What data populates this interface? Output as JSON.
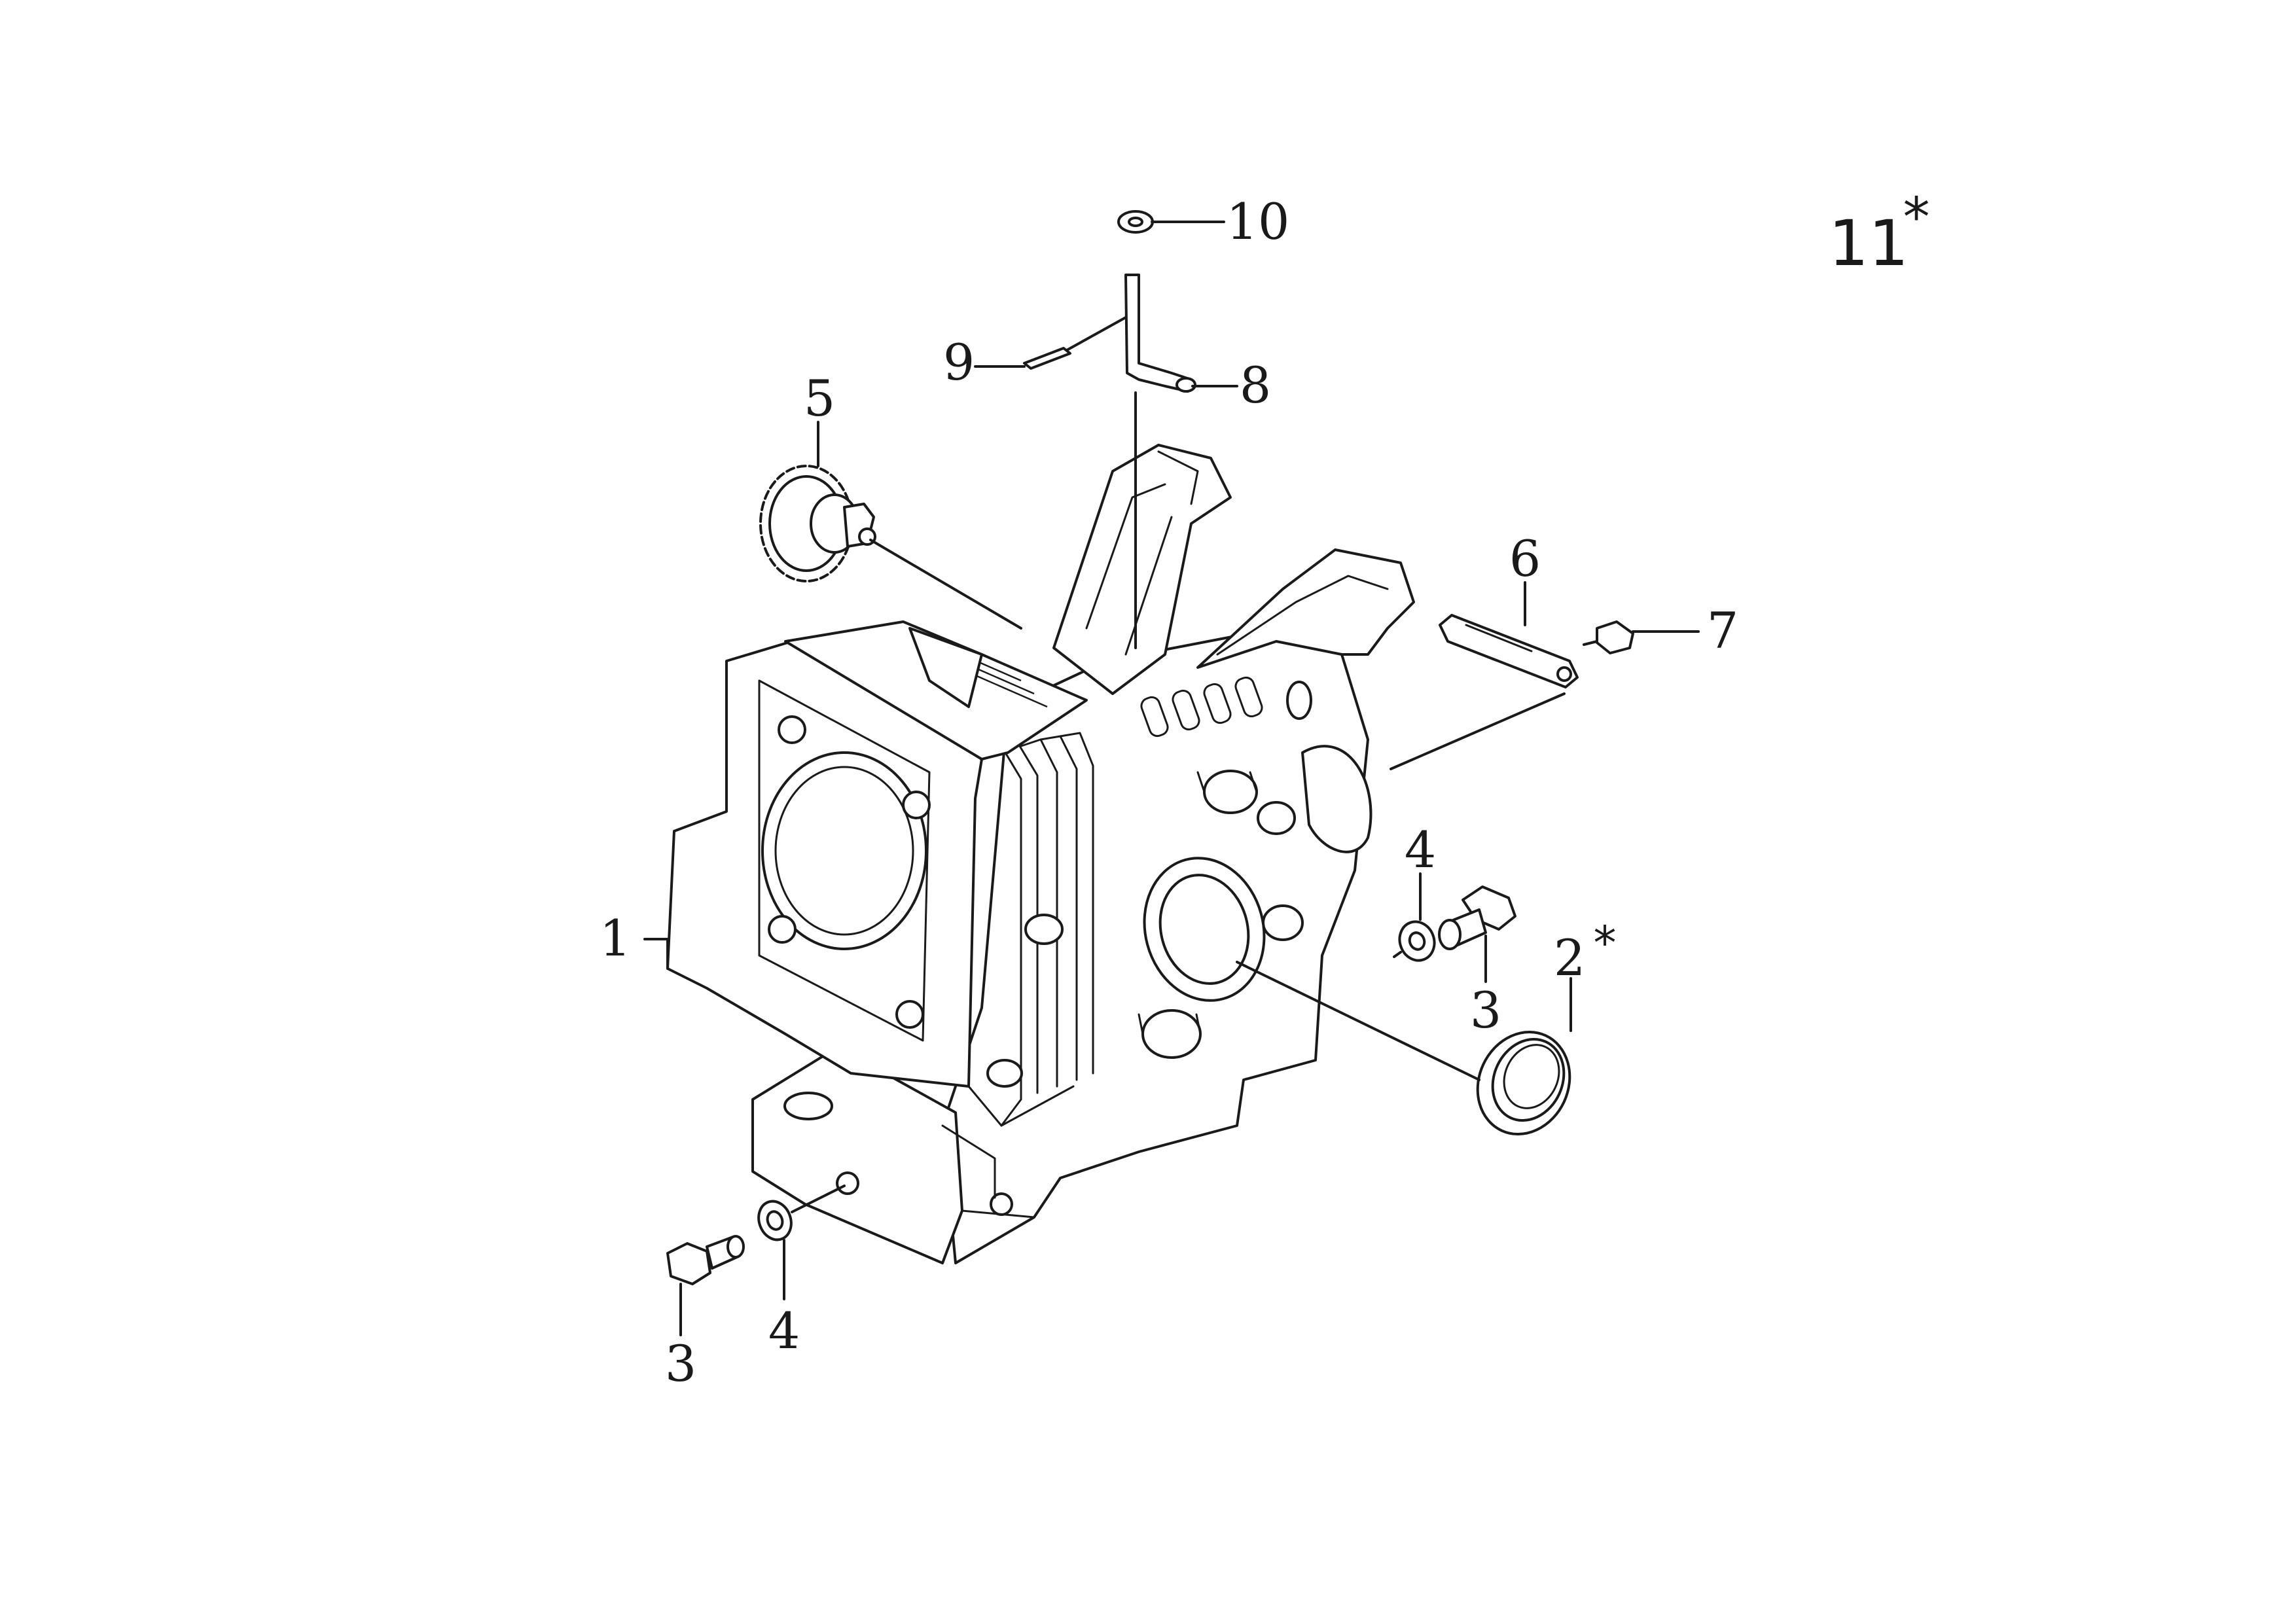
{
  "assembly": {
    "number": "11",
    "marker": "*"
  },
  "callouts": {
    "c1": "1",
    "c2": "2",
    "c2_marker": "*",
    "c3_right": "3",
    "c3_left": "3",
    "c4_right": "4",
    "c4_left": "4",
    "c5": "5",
    "c6": "6",
    "c7": "7",
    "c8": "8",
    "c9": "9",
    "c10": "10"
  }
}
